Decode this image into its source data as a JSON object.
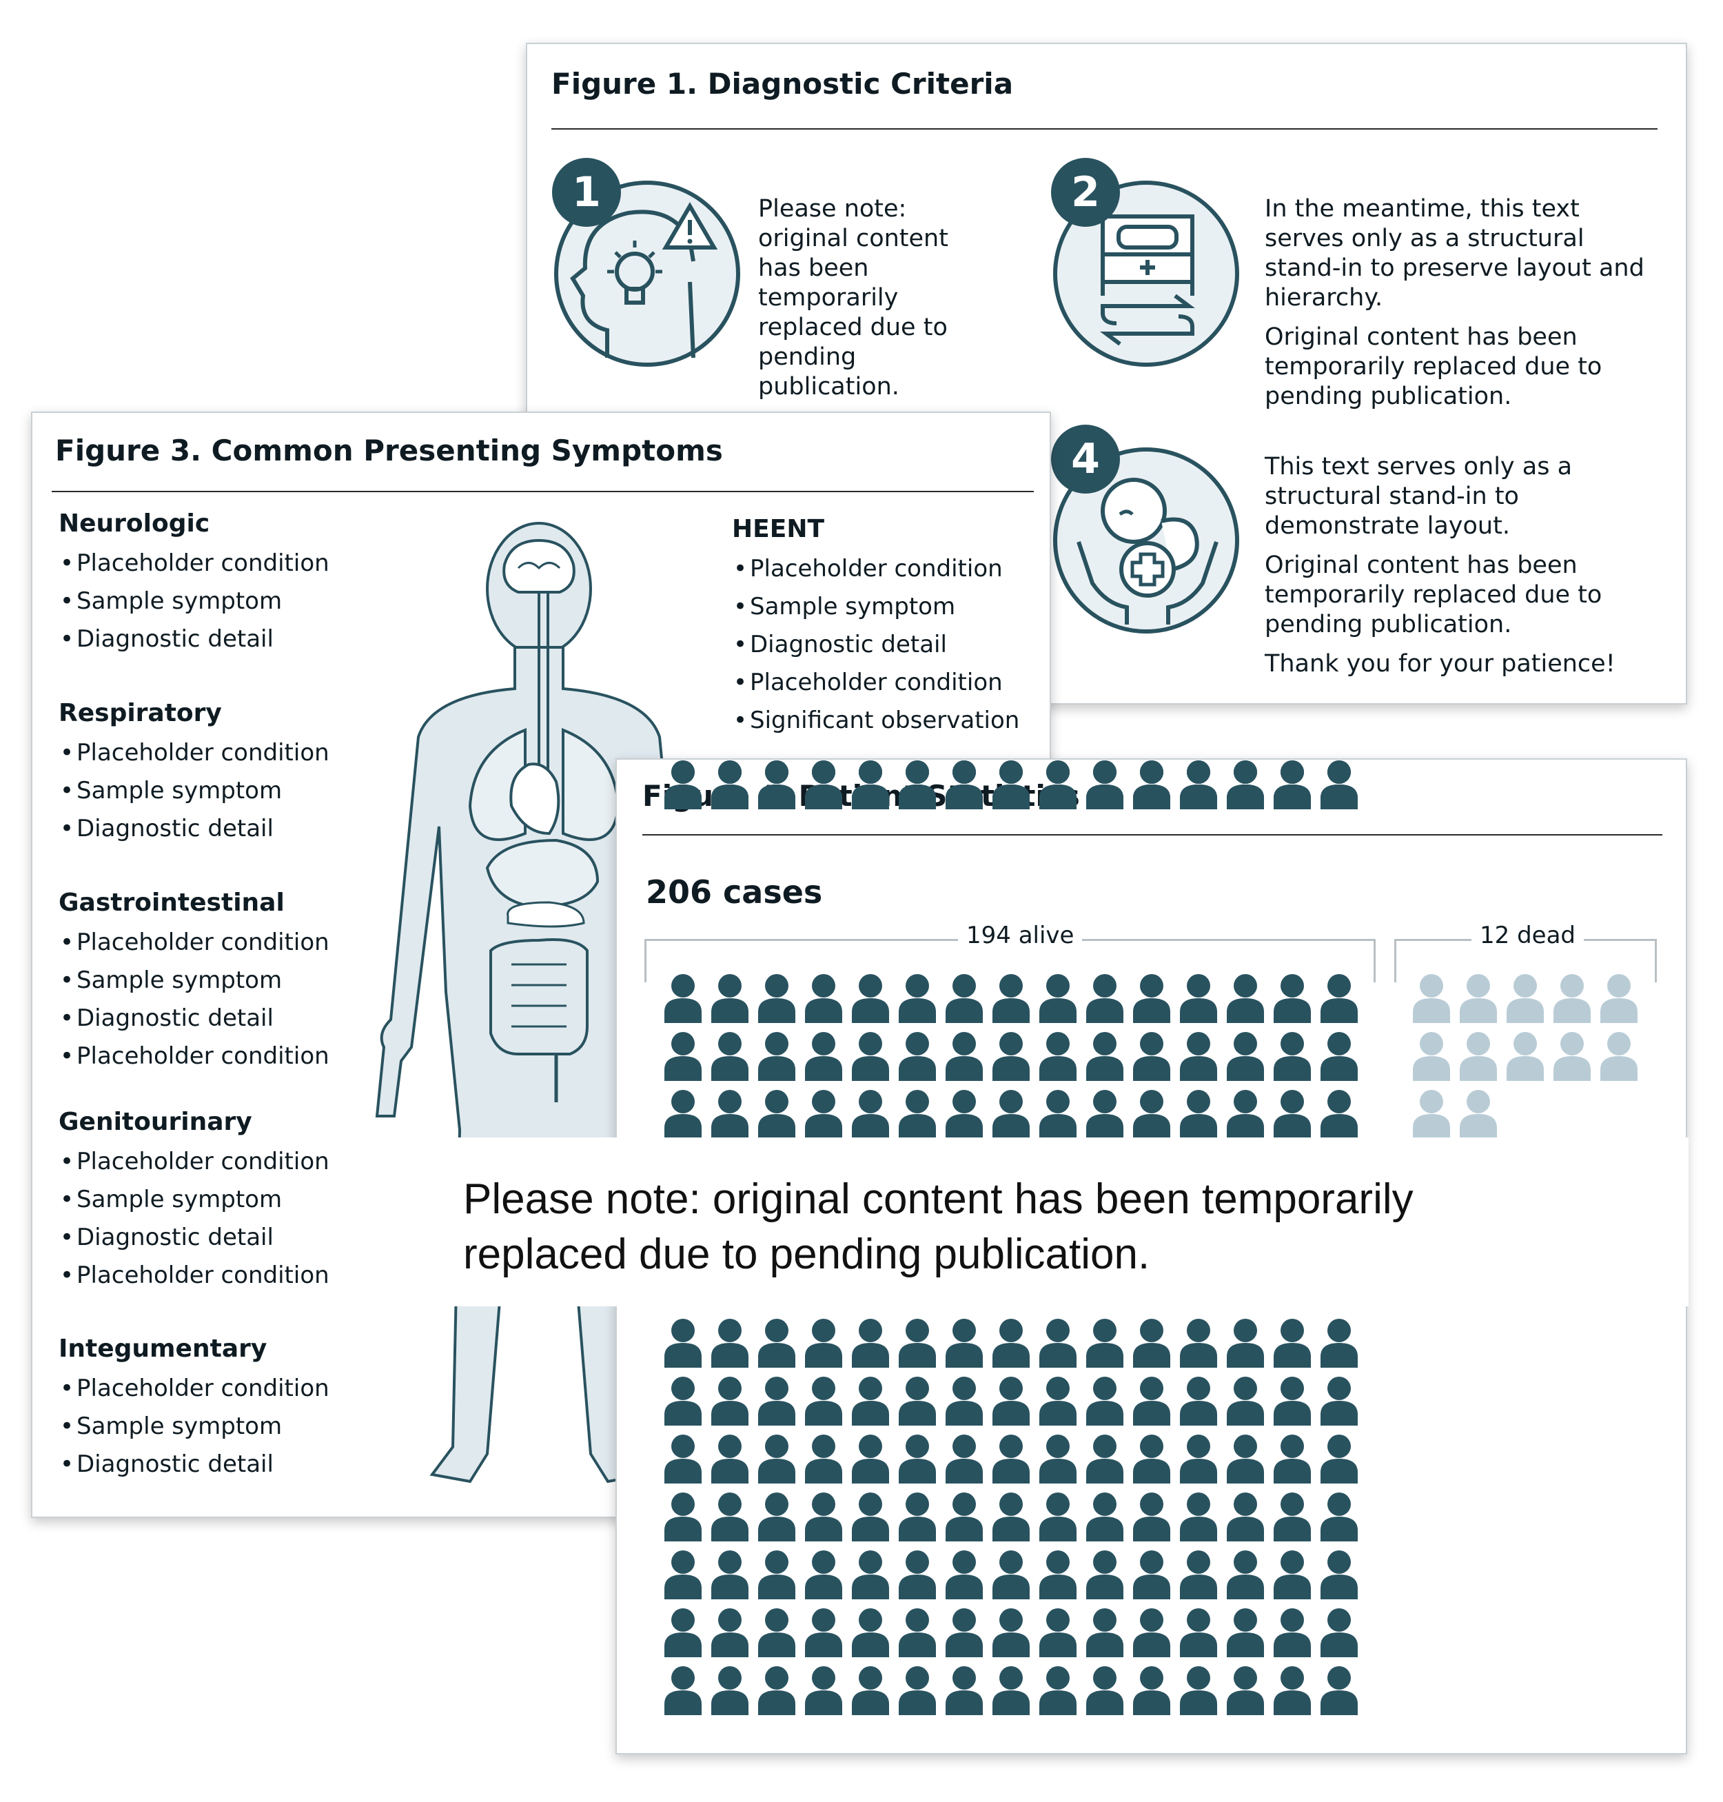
{
  "colors": {
    "accent": "#29525f",
    "dead": "#b9ccd6",
    "light_fill": "#e9f0f3",
    "body_fill": "#dfe9ee"
  },
  "figure1": {
    "title": "Figure 1. Diagnostic Criteria",
    "steps": [
      {
        "number": "1",
        "icon": "head-lightbulb-warning-icon",
        "paragraphs": [
          "Please note: original content has been temporarily replaced due to pending publication."
        ]
      },
      {
        "number": "2",
        "icon": "hospital-bed-transfer-icon",
        "paragraphs": [
          "In the meantime, this text serves only as a structural stand-in to preserve layout and hierarchy.",
          "Original content has been temporarily replaced due to pending publication."
        ]
      },
      {
        "number": "4",
        "icon": "infant-care-hands-icon",
        "paragraphs": [
          "This text serves only as a structural stand-in to demonstrate layout.",
          "Original content has been temporarily replaced due to pending publication.",
          "Thank you for your patience!"
        ]
      }
    ]
  },
  "figure3": {
    "title": "Figure 3. Common Presenting Symptoms",
    "illustration": "human-body-anatomy-icon",
    "categories": [
      {
        "name": "Neurologic",
        "items": [
          "Placeholder condition",
          "Sample symptom",
          "Diagnostic detail"
        ]
      },
      {
        "name": "Respiratory",
        "items": [
          "Placeholder condition",
          "Sample symptom",
          "Diagnostic detail"
        ]
      },
      {
        "name": "Gastrointestinal",
        "items": [
          "Placeholder condition",
          "Sample symptom",
          "Diagnostic detail",
          "Placeholder condition"
        ]
      },
      {
        "name": "Genitourinary",
        "items": [
          "Placeholder condition",
          "Sample symptom",
          "Diagnostic detail",
          "Placeholder condition"
        ]
      },
      {
        "name": "Integumentary",
        "items": [
          "Placeholder condition",
          "Sample symptom",
          "Diagnostic detail"
        ]
      },
      {
        "name": "HEENT",
        "items": [
          "Placeholder condition",
          "Sample symptom",
          "Diagnostic detail",
          "Placeholder condition",
          "Significant observation"
        ]
      }
    ]
  },
  "figure4": {
    "title": "Figure 4. Patient Statistics",
    "total_label": "206 cases",
    "alive_label": "194 alive",
    "dead_label": "12 dead",
    "alive_count": 194,
    "dead_count": 12,
    "person_icon": "person-icon"
  },
  "notice": {
    "text": "Please note: original content has been temporarily replaced due to pending publication."
  }
}
